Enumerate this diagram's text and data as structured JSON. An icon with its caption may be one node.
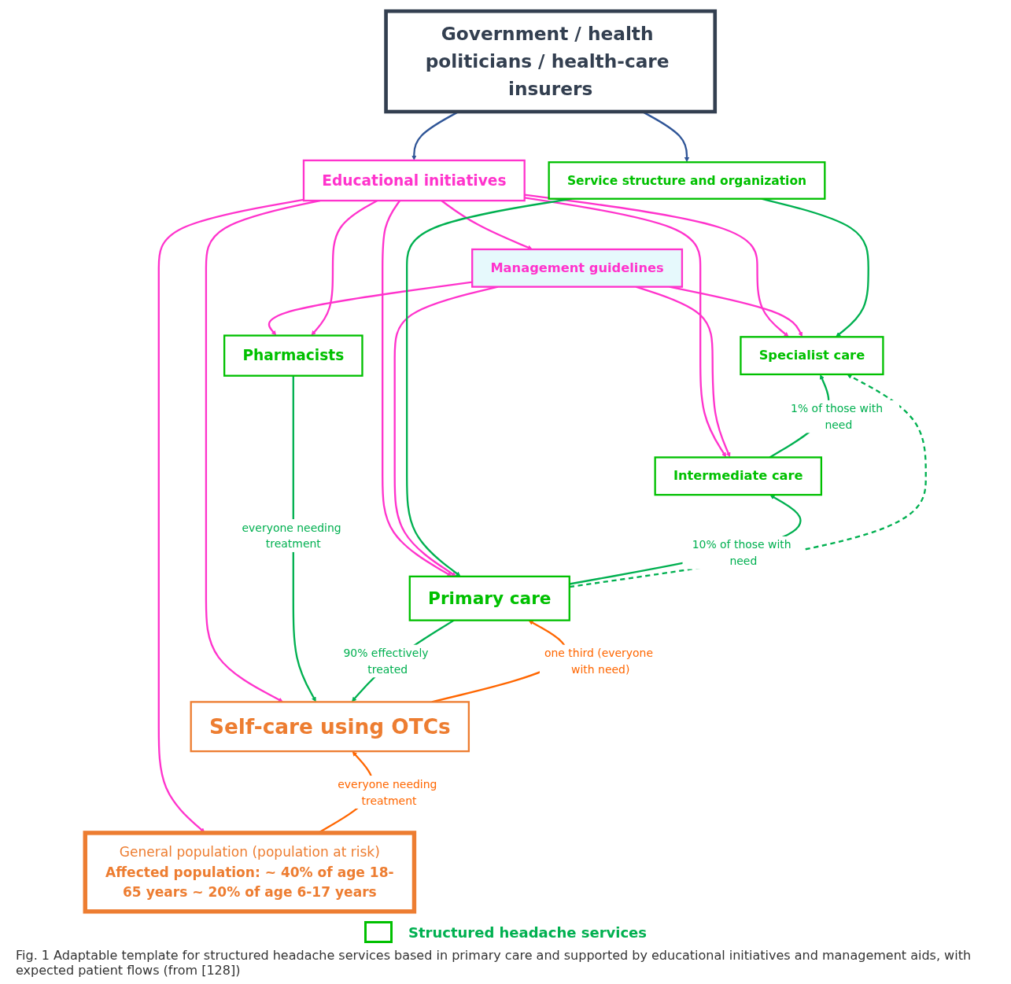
{
  "diagram": {
    "caption": "Fig. 1 Adaptable template for structured headache services based in primary care and supported by educational initiatives and management aids, with expected patient flows (from [128])",
    "nodes": [
      {
        "text": [
          "Government / health politicians / health-care insurers"
        ]
      },
      {
        "text": [
          "Educational initiatives"
        ]
      },
      {
        "text": [
          "Service structure and organization"
        ]
      },
      {
        "text": [
          "Management guidelines"
        ]
      },
      {
        "text": [
          "Specialist care"
        ]
      },
      {
        "text": [
          "Intermediate care"
        ]
      },
      {
        "text": [
          "Pharmacists"
        ]
      },
      {
        "text": [
          "Primary care"
        ]
      },
      {
        "text": [
          "Self-care using OTCs"
        ]
      },
      {
        "text": [
          "General population (population at risk)",
          "Affected population: ~ 40% of age 18-65 years ~ 20% of age 6-17 years"
        ]
      }
    ],
    "edges": [
      {
        "from": 0,
        "to": 1,
        "arrow": "to",
        "color": "#2f5597"
      },
      {
        "from": 0,
        "to": 2,
        "arrow": "to",
        "color": "#2f5597"
      },
      {
        "from": 1,
        "to": 3,
        "arrow": "to"
      },
      {
        "from": 1,
        "to": 4,
        "arrow": "to"
      },
      {
        "from": 1,
        "to": 5,
        "arrow": "to"
      },
      {
        "from": 1,
        "to": 7,
        "arrow": "to"
      },
      {
        "from": 3,
        "to": 4,
        "arrow": "to"
      },
      {
        "from": 3,
        "to": 5,
        "arrow": "to"
      },
      {
        "from": 3,
        "to": 7,
        "arrow": "to"
      },
      {
        "from": 3,
        "to": 6,
        "arrow": "to"
      },
      {
        "from": 1,
        "to": 6,
        "arrow": "to"
      },
      {
        "from": 1,
        "to": 8,
        "arrow": "to"
      },
      {
        "from": 1,
        "to": 9,
        "arrow": "to"
      },
      {
        "from": 2,
        "to": 4,
        "arrow": "to",
        "color": "#00b050"
      },
      {
        "from": 2,
        "to": 7,
        "arrow": "to",
        "color": "#00b050"
      },
      {
        "from": 5,
        "to": 4,
        "arrow": "to",
        "label": "1% of those with need",
        "color": "#00b050"
      },
      {
        "from": 7,
        "to": 5,
        "arrow": "to",
        "label": "10% of those with need",
        "color": "#00b050"
      },
      {
        "from": 7,
        "to": 4,
        "arrow": "to",
        "style": "dashed",
        "color": "#00b050"
      },
      {
        "from": 6,
        "to": 8,
        "arrow": "to",
        "label": "everyone needing treatment",
        "color": "#00b050"
      },
      {
        "from": 8,
        "to": 7,
        "arrow": "to",
        "label": "one third (everyone with need)",
        "color": "#ff6600"
      },
      {
        "from": 7,
        "to": 8,
        "arrow": "to",
        "label": "90% effectively treated",
        "color": "#00b050"
      },
      {
        "from": 9,
        "to": 8,
        "arrow": "to",
        "label": "everyone needing treatment",
        "color": "#ff6600"
      }
    ],
    "legend": [
      {
        "text": "Structured headache services"
      }
    ]
  }
}
